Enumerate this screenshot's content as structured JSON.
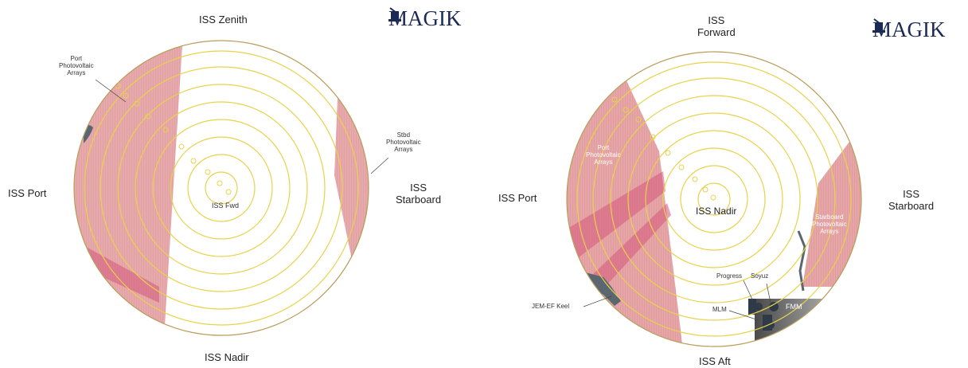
{
  "left_panel": {
    "logo": "MAGIK",
    "top": "ISS Zenith",
    "left": "ISS Port",
    "right_line1": "ISS",
    "right_line2": "Starboard",
    "bottom": "ISS Nadir",
    "center": "ISS Fwd",
    "port_arrays": [
      "Port",
      "Photovoltaic",
      "Arrays"
    ],
    "stbd_arrays": [
      "Stbd",
      "Photovoltaic",
      "Arrays"
    ]
  },
  "right_panel": {
    "logo": "MAGIK",
    "top_line1": "ISS",
    "top_line2": "Forward",
    "left": "ISS Port",
    "right_line1": "ISS",
    "right_line2": "Starboard",
    "bottom": "ISS Aft",
    "center": "ISS Nadir",
    "port_arrays": [
      "Port",
      "Photovoltaic",
      "Arrays"
    ],
    "starboard_arrays": [
      "Starboard",
      "Photovoltaic",
      "Arrays"
    ],
    "jem": "JEM-EF Keel",
    "progress": "Progress",
    "soyuz": "Soyuz",
    "fmm": "FMM",
    "mlm": "MLM"
  },
  "colors": {
    "ring": "#e8d24a",
    "array_fill": "#e3a3a6",
    "array_dark": "#d4557a",
    "structure": "#5a6670",
    "logo": "#1a2a55"
  },
  "icons": [
    "magician-hat-icon"
  ]
}
